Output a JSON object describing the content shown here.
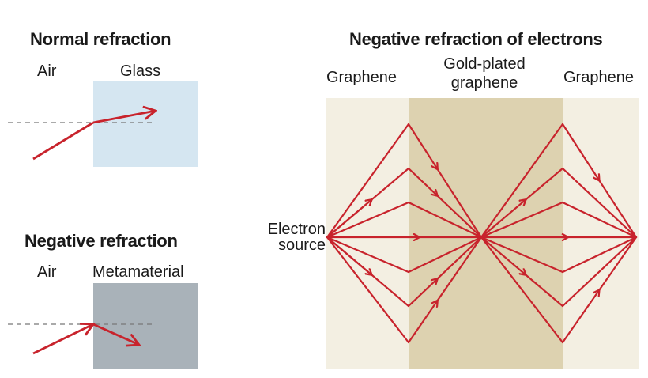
{
  "normal_refraction": {
    "title": "Normal refraction",
    "left_label": "Air",
    "right_label": "Glass",
    "colors": {
      "medium": "#d5e6f1",
      "ray": "#c8232c",
      "normal_line": "#777777"
    }
  },
  "negative_refraction": {
    "title": "Negative refraction",
    "left_label": "Air",
    "right_label": "Metamaterial",
    "colors": {
      "medium": "#a9b2b9",
      "ray": "#c8232c",
      "normal_line": "#777777"
    }
  },
  "electrons": {
    "title": "Negative refraction of electrons",
    "left_region": "Graphene",
    "middle_region_line1": "Gold-plated",
    "middle_region_line2": "graphene",
    "right_region": "Graphene",
    "source_line1": "Electron",
    "source_line2": "source",
    "colors": {
      "graphene": "#f3efe2",
      "gold": "#ddd2b0",
      "ray": "#c8232c"
    }
  }
}
